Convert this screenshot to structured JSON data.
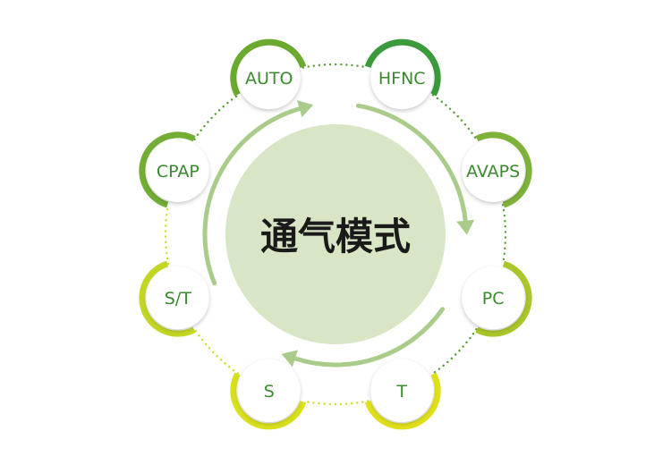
{
  "diagram": {
    "center": {
      "label": "通气模式",
      "fill": "#d9e6c6",
      "text_color": "#1a1a1a"
    },
    "nodes": [
      {
        "label": "AUTO",
        "ring": "#6aaa2e"
      },
      {
        "label": "HFNC",
        "ring": "#3a9a3c"
      },
      {
        "label": "AVAPS",
        "ring": "#7fb23a"
      },
      {
        "label": "PC",
        "ring": "#a9c62a"
      },
      {
        "label": "T",
        "ring": "#e0e01a"
      },
      {
        "label": "S",
        "ring": "#d9e01c"
      },
      {
        "label": "S/T",
        "ring": "#c4d624"
      },
      {
        "label": "CPAP",
        "ring": "#74ad35"
      }
    ],
    "colors": {
      "label_green": "#3a8a2e",
      "arrow_green": "#a9cc8a",
      "dotted_green": "#5aa03a",
      "dotted_yellow": "#cfdc2a"
    }
  }
}
